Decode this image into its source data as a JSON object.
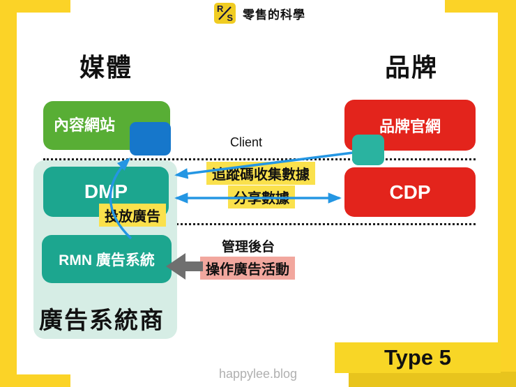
{
  "logo": {
    "badge_r": "R",
    "badge_s": "S",
    "title": "零售的科學"
  },
  "headings": {
    "media": "媒體",
    "brand": "品牌"
  },
  "boxes": {
    "content_site": "內容網站",
    "brand_site": "品牌官網",
    "dmp": "DMP",
    "cdp": "CDP",
    "rmn": "RMN 廣告系統",
    "provider": "廣告系統商"
  },
  "labels": {
    "client": "Client",
    "tracking": "追蹤碼收集數據",
    "share": "分享數據",
    "serve_ads": "投放廣告",
    "admin": "管理後台",
    "operate": "操作廣告活動",
    "type": "Type 5",
    "footer": "happylee.blog"
  },
  "colors": {
    "frame_yellow": "#FBD327",
    "frame_yellow_dark": "#E8C41D",
    "green_box": "#58AE35",
    "red_box": "#E3241C",
    "teal_box": "#1CA68F",
    "teal_square": "#2AB3A0",
    "teal_container": "#D6EDE5",
    "blue_square": "#1677CB",
    "arrow_blue": "#2496E3",
    "arrow_gray": "#6F6F6F",
    "highlight_yellow": "#FAE14C",
    "highlight_pink": "#F2A79E"
  }
}
